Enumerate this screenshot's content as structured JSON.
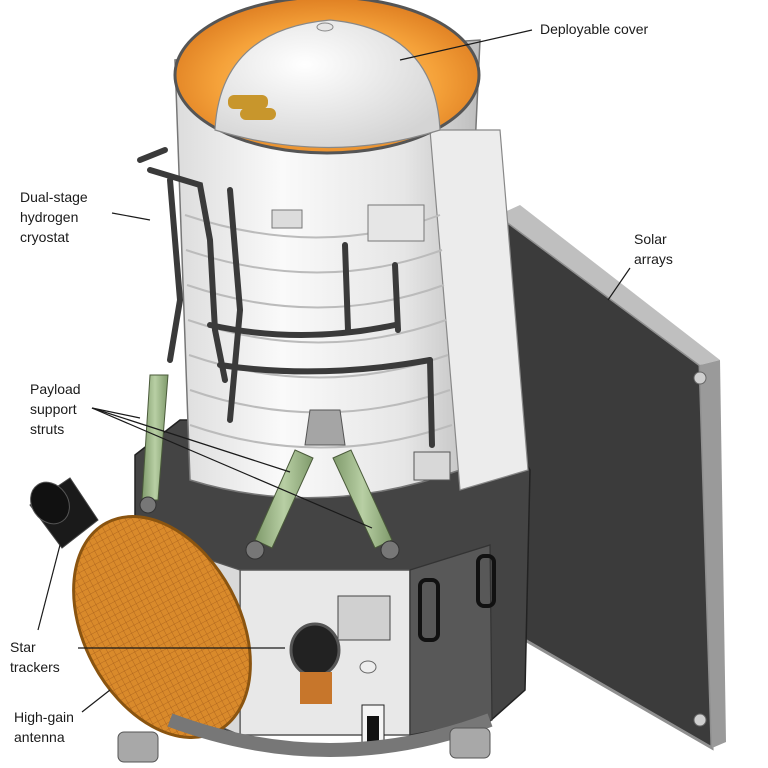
{
  "labels": {
    "deployable_cover": "Deployable cover",
    "solar_arrays": [
      "Solar",
      "arrays"
    ],
    "cryostat": [
      "Dual-stage",
      "hydrogen",
      "cryostat"
    ],
    "payload_struts": [
      "Payload",
      "support",
      "struts"
    ],
    "star_trackers": [
      "Star",
      "trackers"
    ],
    "high_gain_antenna": [
      "High-gain",
      "antenna"
    ]
  },
  "colors": {
    "hull_white": "#f2f2f2",
    "hull_shadow": "#c9c9c9",
    "aperture_orange": "#f29a2e",
    "dark_panel": "#3a3a3a",
    "strut_green": "#9ab584",
    "antenna_orange": "#d98a2b"
  }
}
